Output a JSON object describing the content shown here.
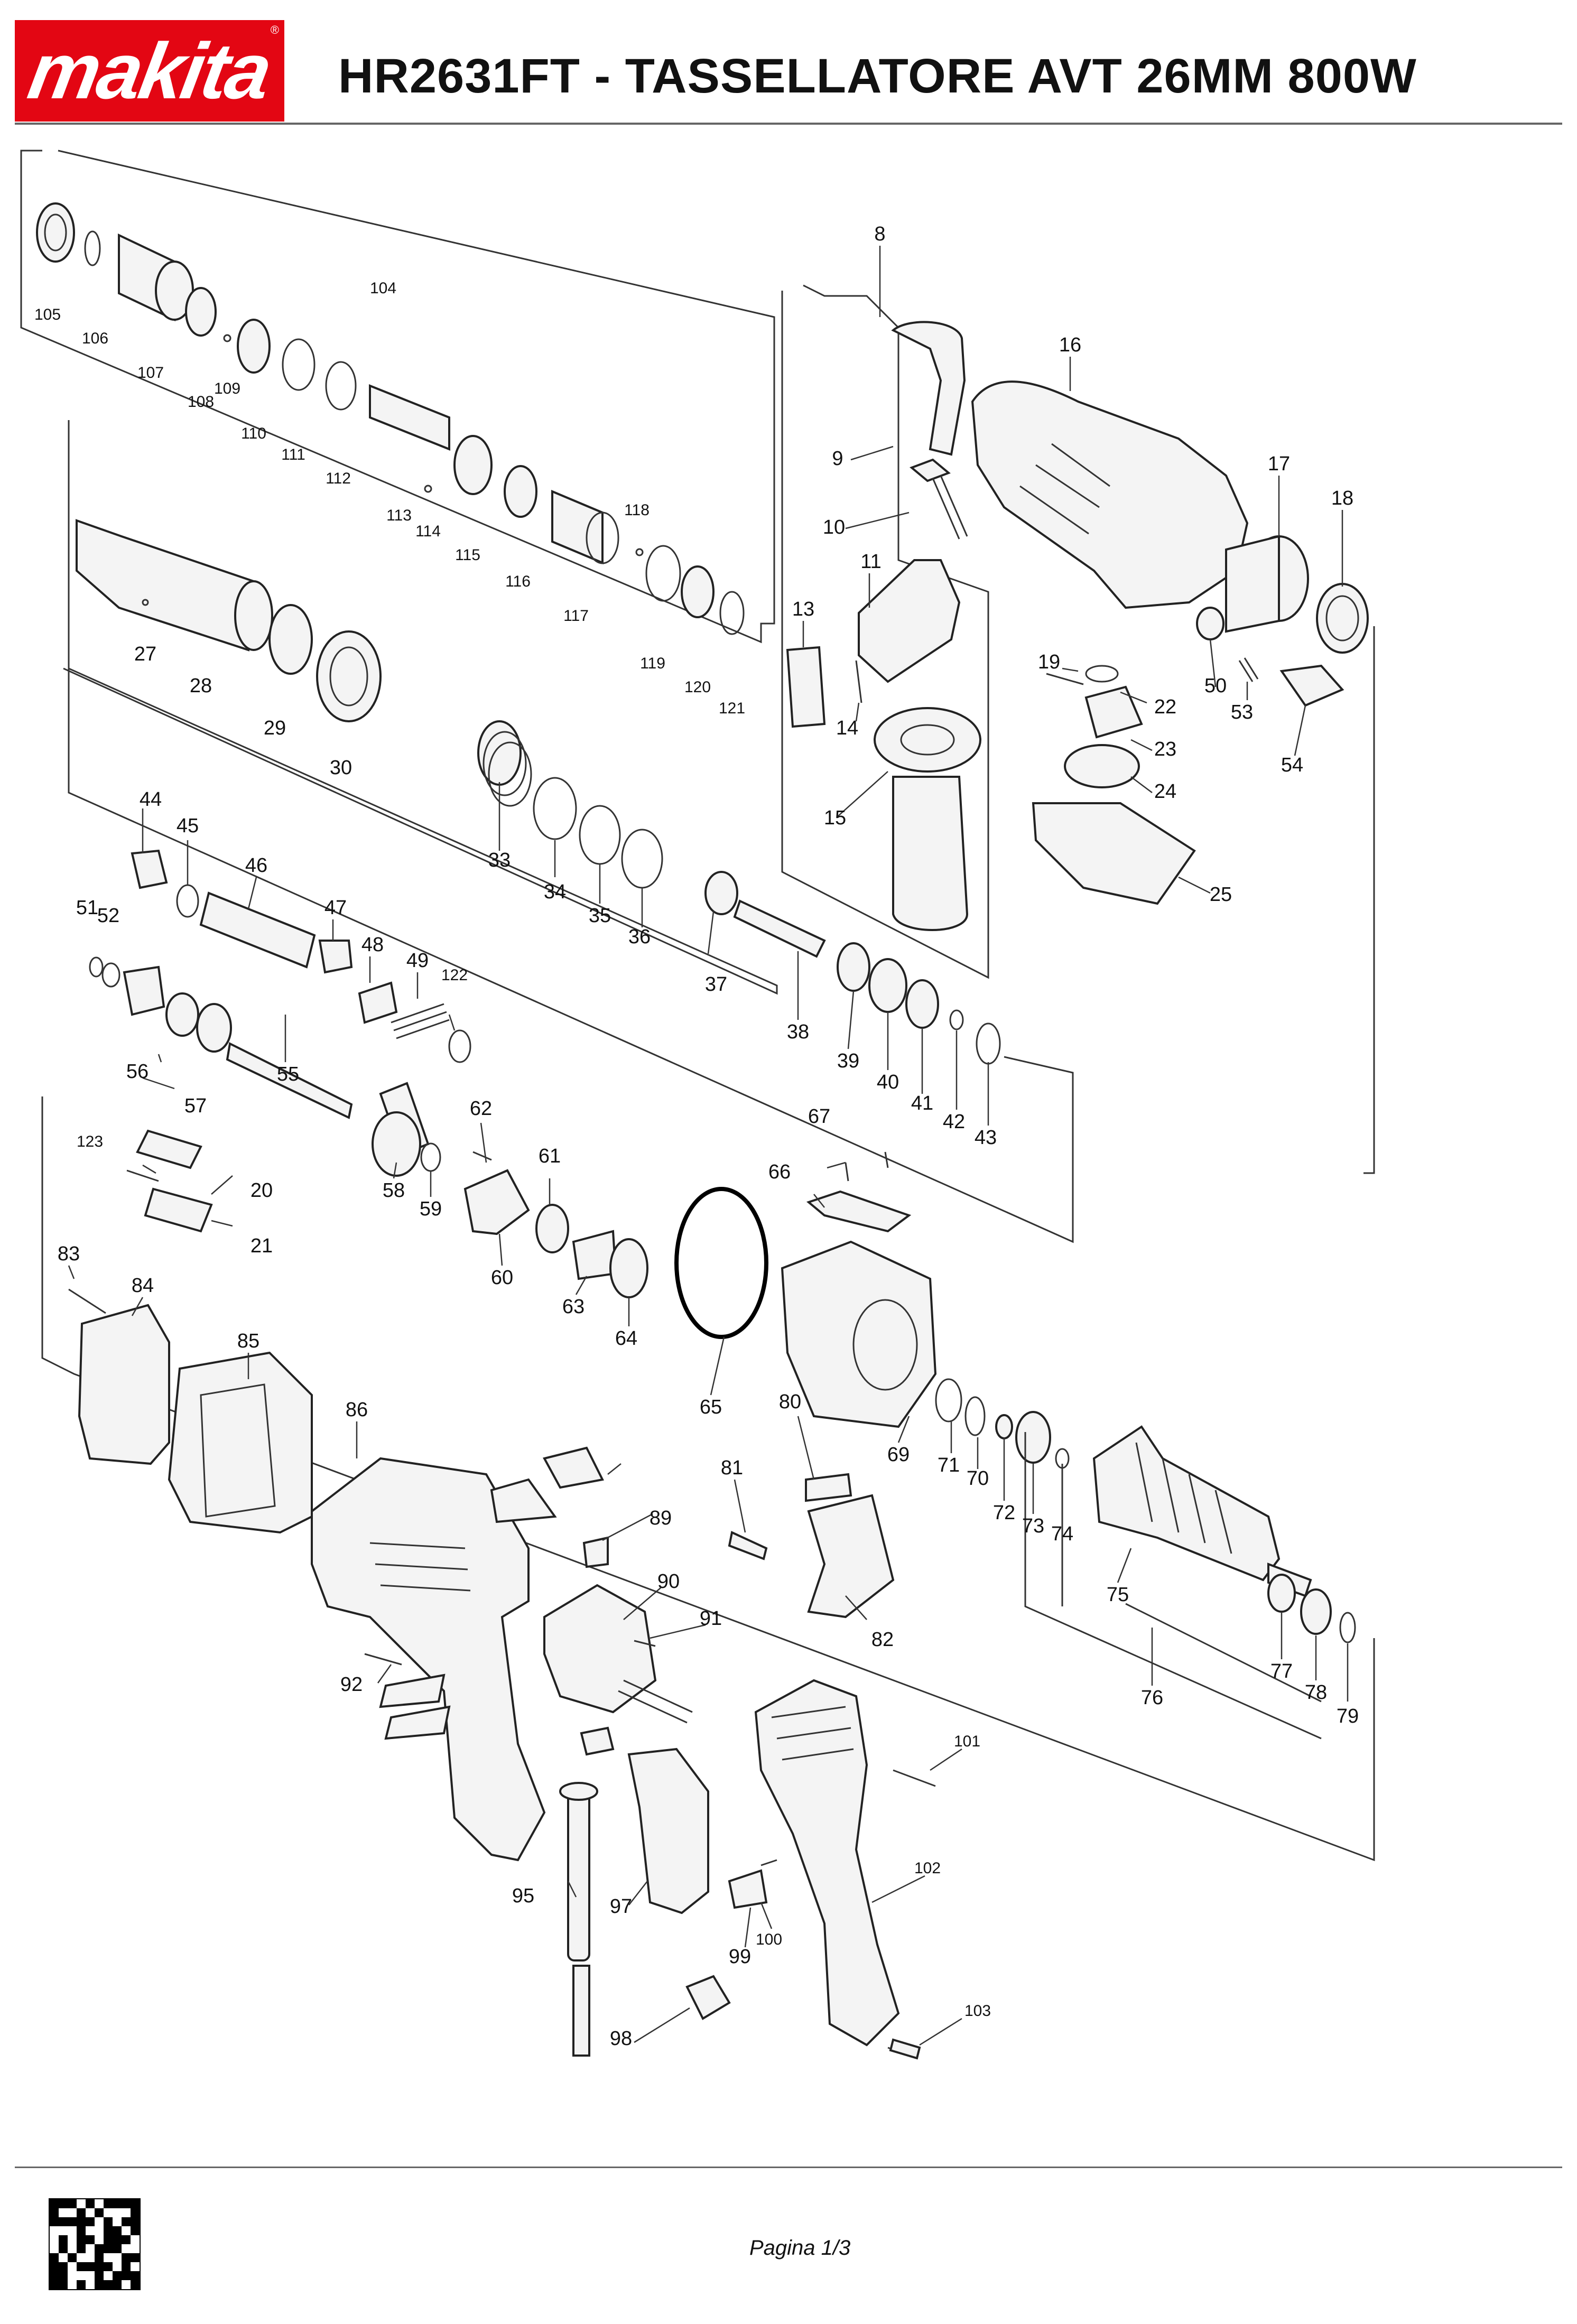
{
  "header": {
    "brand": "makita",
    "brand_mark": "®",
    "title": "HR2631FT - TASSELLATORE AVT 26MM 800W"
  },
  "footer": {
    "page": "Pagina 1/3"
  },
  "colors": {
    "brand_red": "#e30613",
    "line": "#222222"
  },
  "parts": {
    "p8": "8",
    "p9": "9",
    "p10": "10",
    "p11": "11",
    "p13": "13",
    "p14": "14",
    "p15": "15",
    "p16": "16",
    "p17": "17",
    "p18": "18",
    "p19": "19",
    "p20": "20",
    "p21": "21",
    "p22": "22",
    "p23": "23",
    "p24": "24",
    "p25": "25",
    "p27": "27",
    "p28": "28",
    "p29": "29",
    "p30": "30",
    "p33": "33",
    "p34": "34",
    "p35": "35",
    "p36": "36",
    "p37": "37",
    "p38": "38",
    "p39": "39",
    "p40": "40",
    "p41": "41",
    "p42": "42",
    "p43": "43",
    "p44": "44",
    "p45": "45",
    "p46": "46",
    "p47": "47",
    "p48": "48",
    "p49": "49",
    "p50": "50",
    "p51": "51",
    "p52": "52",
    "p53": "53",
    "p54": "54",
    "p55": "55",
    "p56": "56",
    "p57": "57",
    "p58": "58",
    "p59": "59",
    "p60": "60",
    "p61": "61",
    "p62": "62",
    "p63": "63",
    "p64": "64",
    "p65": "65",
    "p66": "66",
    "p67": "67",
    "p69": "69",
    "p70": "70",
    "p71": "71",
    "p72": "72",
    "p73": "73",
    "p74": "74",
    "p75": "75",
    "p76": "76",
    "p77": "77",
    "p78": "78",
    "p79": "79",
    "p80": "80",
    "p81": "81",
    "p82": "82",
    "p83": "83",
    "p84": "84",
    "p85": "85",
    "p86": "86",
    "p89": "89",
    "p90": "90",
    "p91": "91",
    "p92": "92",
    "p95": "95",
    "p97": "97",
    "p98": "98",
    "p99": "99",
    "p100": "100",
    "p101": "101",
    "p102": "102",
    "p103": "103",
    "p104": "104",
    "p105": "105",
    "p106": "106",
    "p107": "107",
    "p108": "108",
    "p109": "109",
    "p110": "110",
    "p111": "111",
    "p112": "112",
    "p113": "113",
    "p114": "114",
    "p115": "115",
    "p116": "116",
    "p117": "117",
    "p118": "118",
    "p119": "119",
    "p120": "120",
    "p121": "121",
    "p122": "122",
    "p123": "123"
  }
}
